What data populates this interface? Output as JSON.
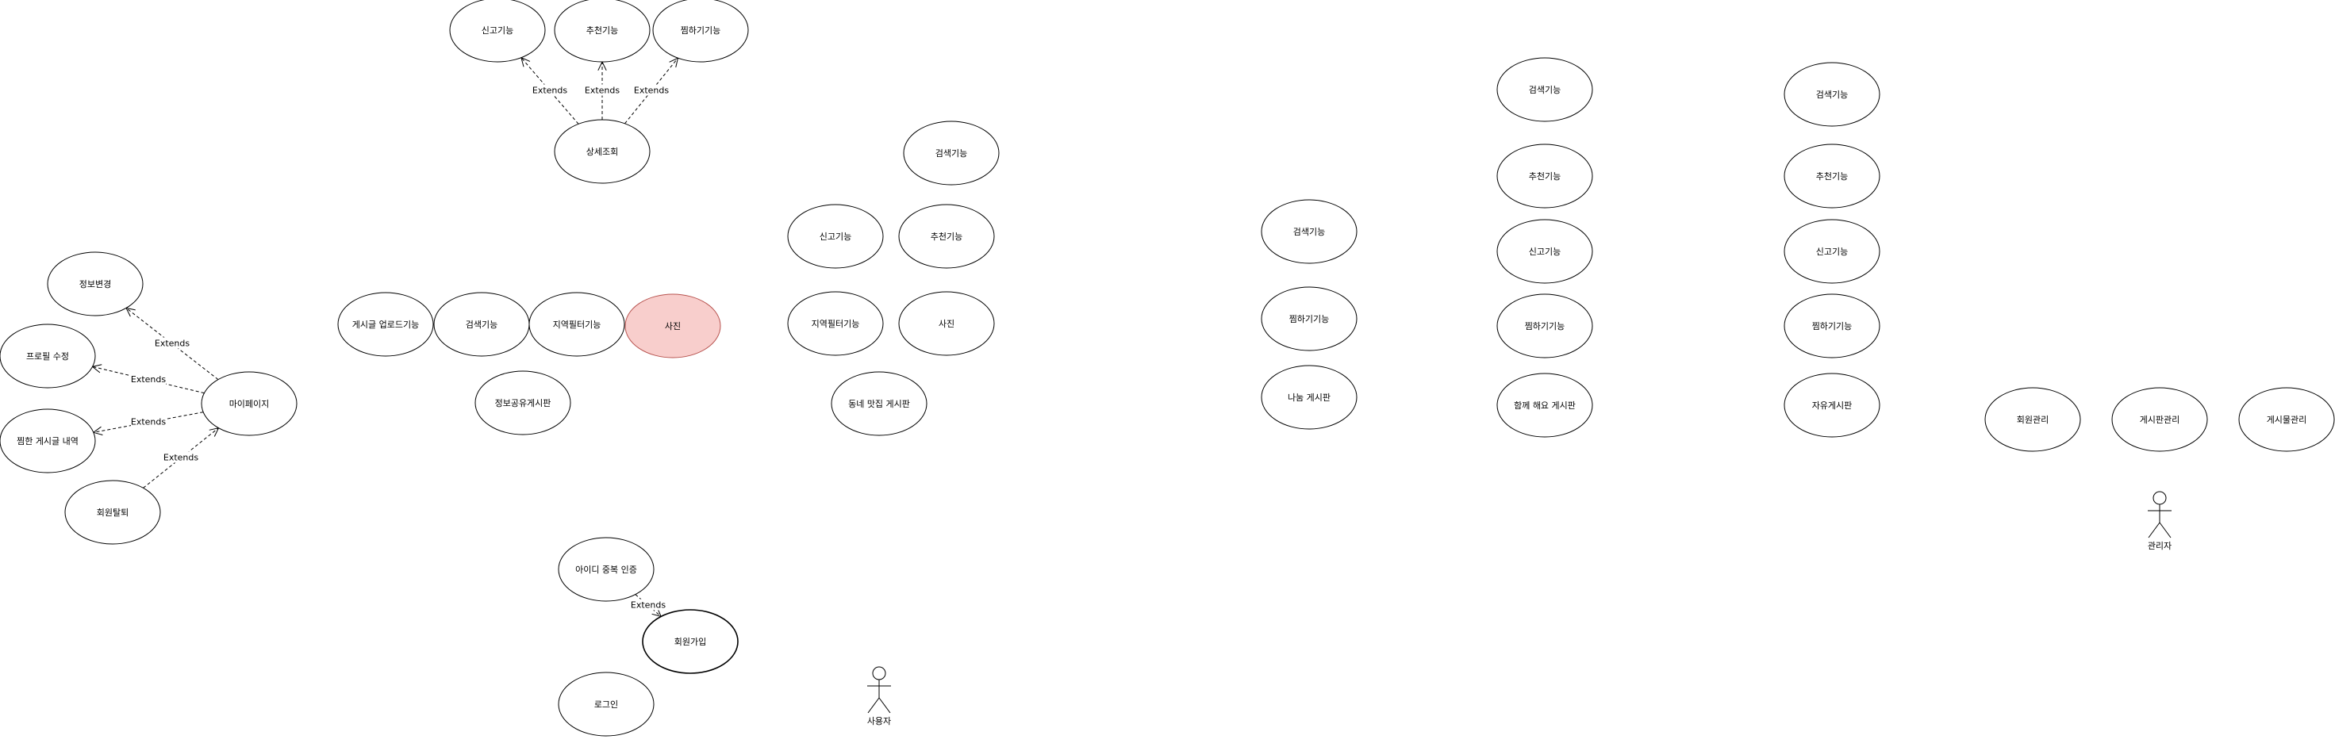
{
  "diagram": {
    "extends_label": "Extends",
    "use_cases": [
      {
        "id": "uc-report-top",
        "label": "신고기능"
      },
      {
        "id": "uc-recommend-top",
        "label": "추천기능"
      },
      {
        "id": "uc-dislike-top",
        "label": "찜하기기능"
      },
      {
        "id": "uc-detail-view",
        "label": "상세조회"
      },
      {
        "id": "uc-search-right-a",
        "label": "검색기능"
      },
      {
        "id": "uc-report-mid",
        "label": "신고기능"
      },
      {
        "id": "uc-recommend-mid",
        "label": "추천기능"
      },
      {
        "id": "uc-post-upload",
        "label": "게시글 업로드기능"
      },
      {
        "id": "uc-search-mid",
        "label": "검색기능"
      },
      {
        "id": "uc-region-filter-a",
        "label": "지역필터기능"
      },
      {
        "id": "uc-photo-a",
        "label": "사진"
      },
      {
        "id": "uc-region-filter-b",
        "label": "지역필터기능"
      },
      {
        "id": "uc-photo-b",
        "label": "사진"
      },
      {
        "id": "uc-info-board",
        "label": "정보공유게시판"
      },
      {
        "id": "uc-restaurant-board",
        "label": "동네 맛집 게시판"
      },
      {
        "id": "uc-edit-info",
        "label": "정보변경"
      },
      {
        "id": "uc-edit-profile",
        "label": "프로필 수정"
      },
      {
        "id": "uc-liked-posts",
        "label": "찜한 게시글 내역"
      },
      {
        "id": "uc-mypage",
        "label": "마이페이지"
      },
      {
        "id": "uc-withdraw",
        "label": "회원탈퇴"
      },
      {
        "id": "uc-id-check",
        "label": "아이디 중복 인증"
      },
      {
        "id": "uc-signup",
        "label": "회원가입"
      },
      {
        "id": "uc-login",
        "label": "로그인"
      },
      {
        "id": "uc-search-share",
        "label": "검색기능"
      },
      {
        "id": "uc-dislike-share",
        "label": "찜하기기능"
      },
      {
        "id": "uc-share-board",
        "label": "나눔 게시판"
      },
      {
        "id": "uc-search-together",
        "label": "검색기능"
      },
      {
        "id": "uc-recommend-together",
        "label": "추천기능"
      },
      {
        "id": "uc-report-together",
        "label": "신고기능"
      },
      {
        "id": "uc-dislike-together",
        "label": "찜하기기능"
      },
      {
        "id": "uc-together-board",
        "label": "함께 해요 게시판"
      },
      {
        "id": "uc-search-free",
        "label": "검색기능"
      },
      {
        "id": "uc-recommend-free",
        "label": "추천기능"
      },
      {
        "id": "uc-report-free",
        "label": "신고기능"
      },
      {
        "id": "uc-dislike-free",
        "label": "찜하기기능"
      },
      {
        "id": "uc-free-board",
        "label": "자유게시판"
      },
      {
        "id": "uc-member-mgmt",
        "label": "회원관리"
      },
      {
        "id": "uc-board-mgmt",
        "label": "게시판관리"
      },
      {
        "id": "uc-post-mgmt",
        "label": "게시물관리"
      }
    ],
    "actors": [
      {
        "id": "actor-user",
        "label": "사용자"
      },
      {
        "id": "actor-admin",
        "label": "관리자"
      }
    ],
    "relations": [
      {
        "from": "uc-detail-view",
        "to": "uc-report-top",
        "label": "Extends"
      },
      {
        "from": "uc-detail-view",
        "to": "uc-recommend-top",
        "label": "Extends"
      },
      {
        "from": "uc-detail-view",
        "to": "uc-dislike-top",
        "label": "Extends"
      },
      {
        "from": "uc-mypage",
        "to": "uc-edit-info",
        "label": "Extends"
      },
      {
        "from": "uc-mypage",
        "to": "uc-edit-profile",
        "label": "Extends"
      },
      {
        "from": "uc-mypage",
        "to": "uc-liked-posts",
        "label": "Extends"
      },
      {
        "from": "uc-withdraw",
        "to": "uc-mypage",
        "label": "Extends"
      },
      {
        "from": "uc-id-check",
        "to": "uc-signup",
        "label": "Extends"
      }
    ]
  }
}
